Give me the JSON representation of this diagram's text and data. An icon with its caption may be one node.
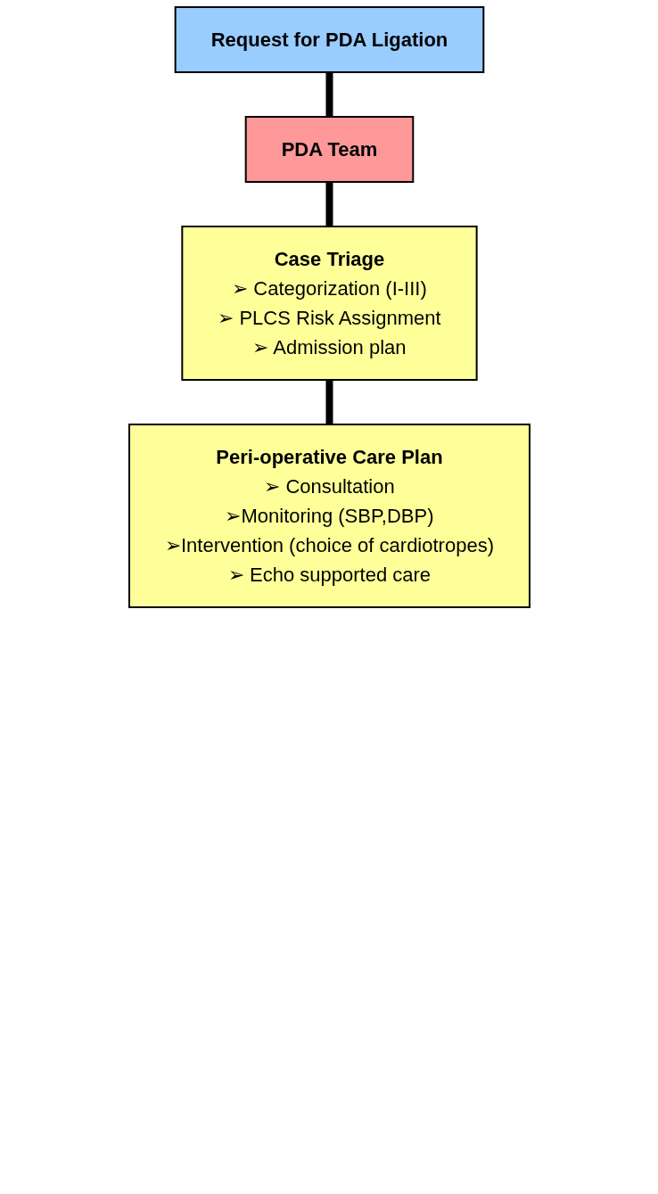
{
  "diagram": {
    "nodes": [
      {
        "text": [
          "Request for PDA Ligation"
        ]
      },
      {
        "text": [
          "PDA Team"
        ]
      },
      {
        "text": [
          "Case Triage",
          "➢ Categorization (I-III)",
          "➢ PLCS Risk Assignment",
          "➢ Admission plan"
        ]
      },
      {
        "text": [
          "Peri-operative Care Plan",
          "➢ Consultation",
          "➢Monitoring (SBP,DBP)",
          "➢Intervention (choice of cardiotropes)",
          "➢ Echo supported care"
        ]
      }
    ],
    "edges": [
      {
        "from": 0,
        "to": 1,
        "arrow": "none"
      },
      {
        "from": 1,
        "to": 2,
        "arrow": "none"
      },
      {
        "from": 2,
        "to": 3,
        "arrow": "none"
      }
    ]
  }
}
